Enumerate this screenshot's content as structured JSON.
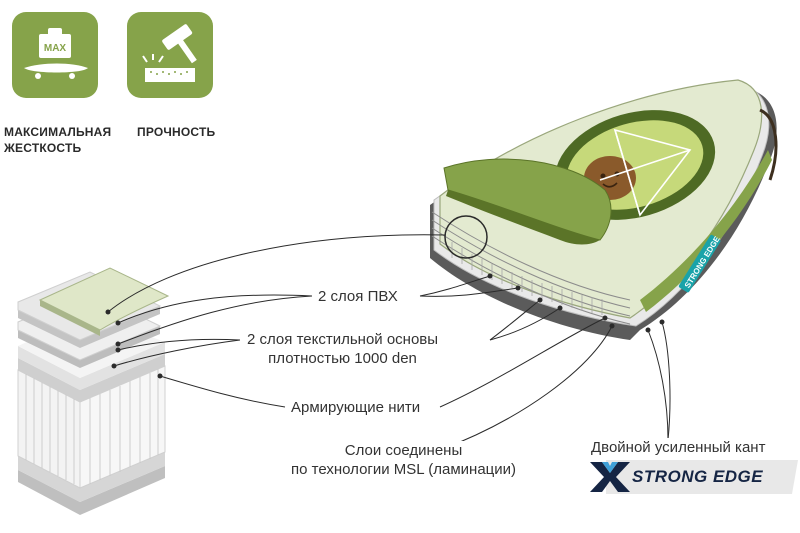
{
  "badges": [
    {
      "label_line1": "МАКСИМАЛЬНАЯ",
      "label_line2": "ЖЕСТКОСТЬ",
      "icon": "max-weight-board-icon",
      "icon_text": "MAX"
    },
    {
      "label_line1": "ПРОЧНОСТЬ",
      "icon": "hammer-impact-icon"
    }
  ],
  "callouts": {
    "pvc": "2 слоя ПВХ",
    "textile_line1": "2 слоя текстильной основы",
    "textile_line2": "плотностью 1000 den",
    "threads": "Армирующие нити",
    "msl_line1": "Слои соединены",
    "msl_line2": "по технологии MSL (ламинации)",
    "edge": "Двойной усиленный кант"
  },
  "brand": {
    "letter": "X",
    "text": "STRONG EDGE",
    "board_text": "STRONG EDGE"
  },
  "colors": {
    "green": "#86a34a",
    "board_light": "#e3ead0",
    "avocado_dark": "#4e6a24",
    "navy": "#152544",
    "teal": "#1aa3a9"
  }
}
